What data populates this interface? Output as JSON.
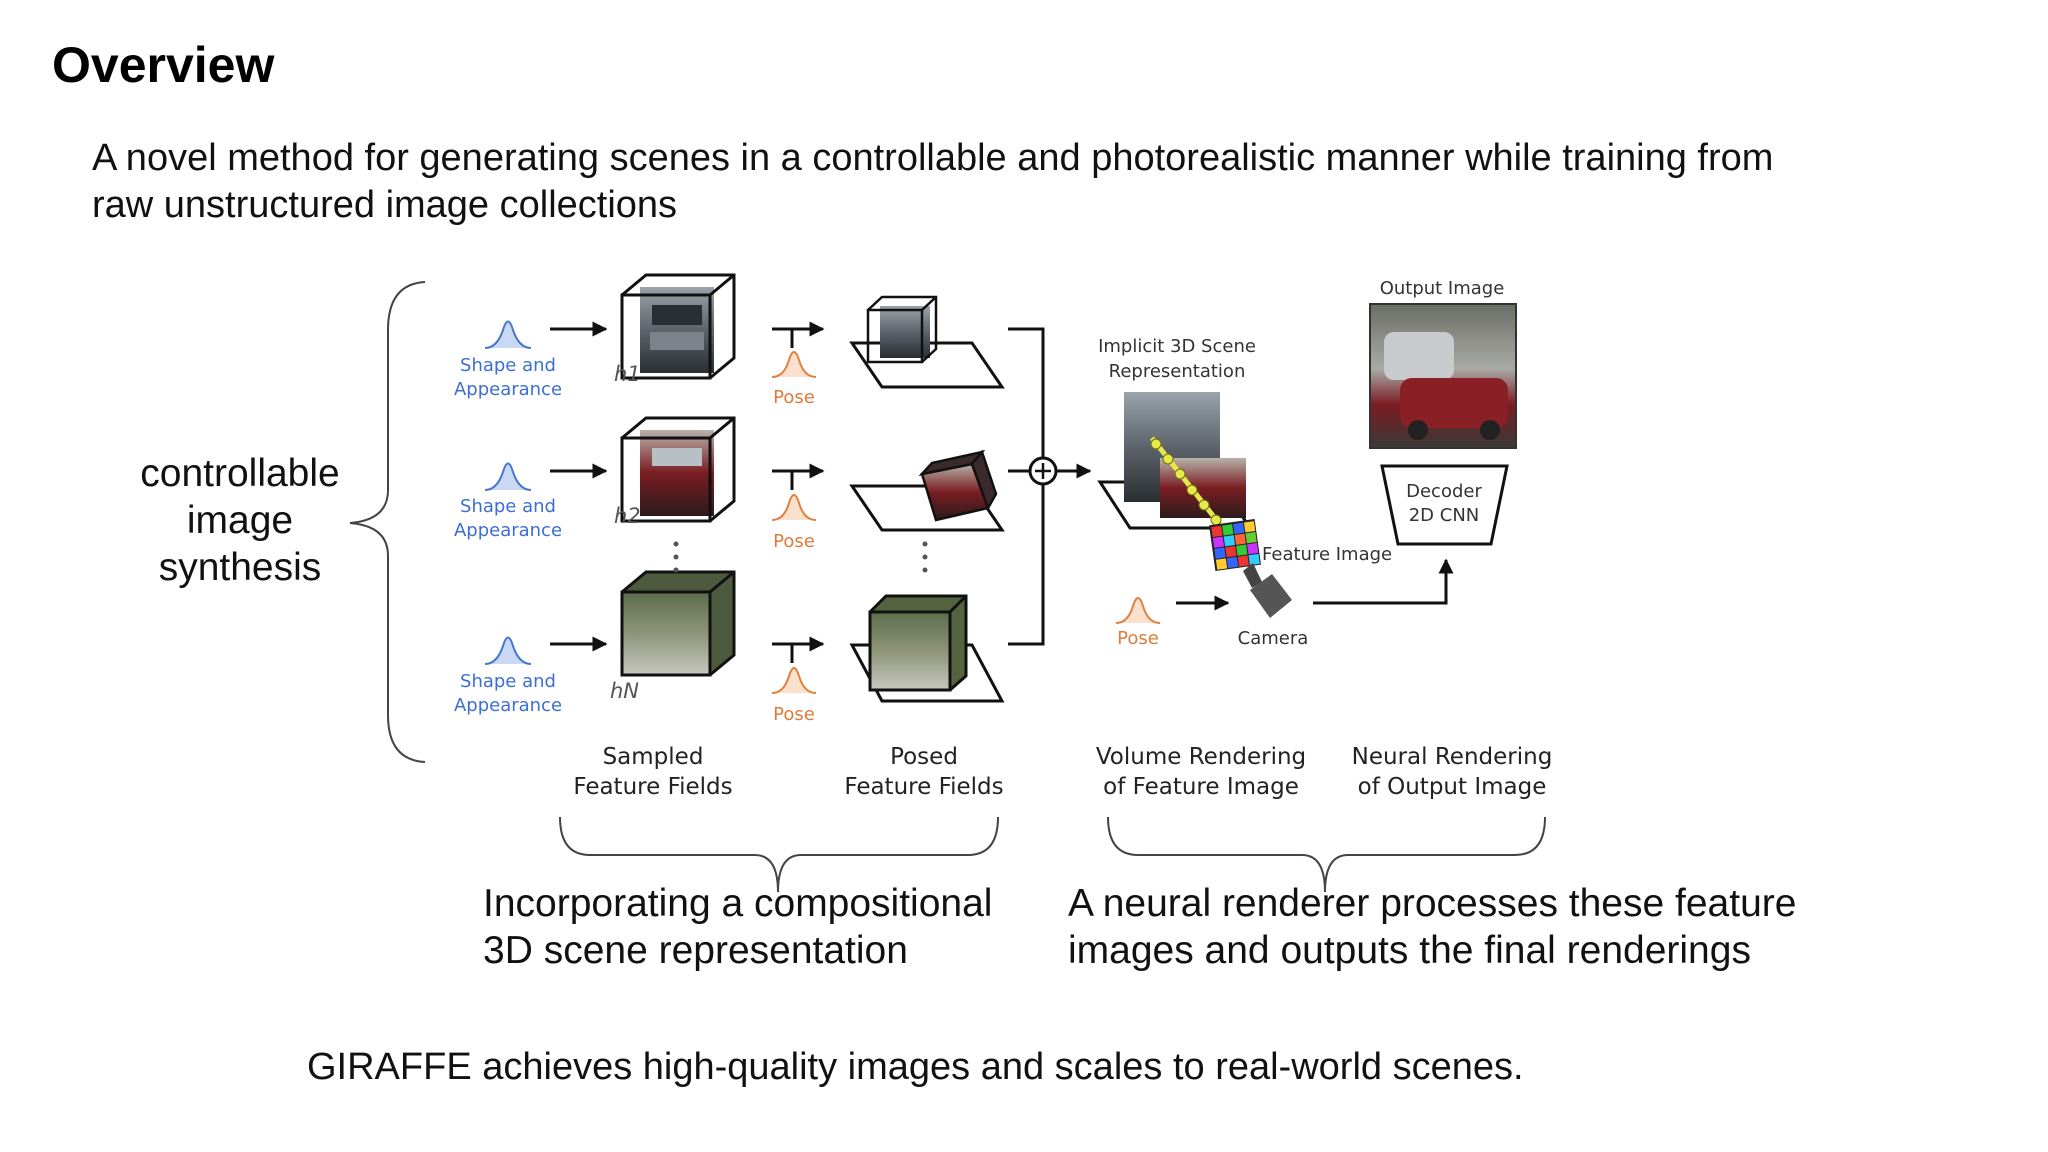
{
  "slide": {
    "title": "Overview",
    "intro_lines": [
      "A novel method for generating scenes in a controllable and photorealistic manner while training from",
      "raw unstructured image collections"
    ],
    "side_label_lines": [
      "controllable",
      "image",
      "synthesis"
    ],
    "left_caption_lines": [
      "Incorporating a compositional",
      "3D scene representation"
    ],
    "right_caption_lines": [
      "A neural renderer processes these feature",
      "images and outputs the final renderings"
    ],
    "footer": "GIRAFFE achieves high-quality images and scales to real-world scenes."
  },
  "diagram": {
    "shape_label_lines": [
      "Shape and",
      "Appearance"
    ],
    "h_labels": [
      "h1",
      "h2",
      "hN"
    ],
    "pose_label": "Pose",
    "implicit_lines": [
      "Implicit 3D Scene",
      "Representation"
    ],
    "output_label": "Output Image",
    "decoder_lines": [
      "Decoder",
      "2D CNN"
    ],
    "feature_image_label": "Feature Image",
    "camera_label": "Camera",
    "col_sampled": [
      "Sampled",
      "Feature Fields"
    ],
    "col_posed": [
      "Posed",
      "Feature Fields"
    ],
    "col_volume": [
      "Volume Rendering",
      "of Feature Image"
    ],
    "col_neural": [
      "Neural Rendering",
      "of Output Image"
    ],
    "colors": {
      "shape": "#3b6fd1",
      "pose": "#e07a3a",
      "curve_blue": "#4a78c9",
      "curve_orange": "#e0803f"
    }
  }
}
